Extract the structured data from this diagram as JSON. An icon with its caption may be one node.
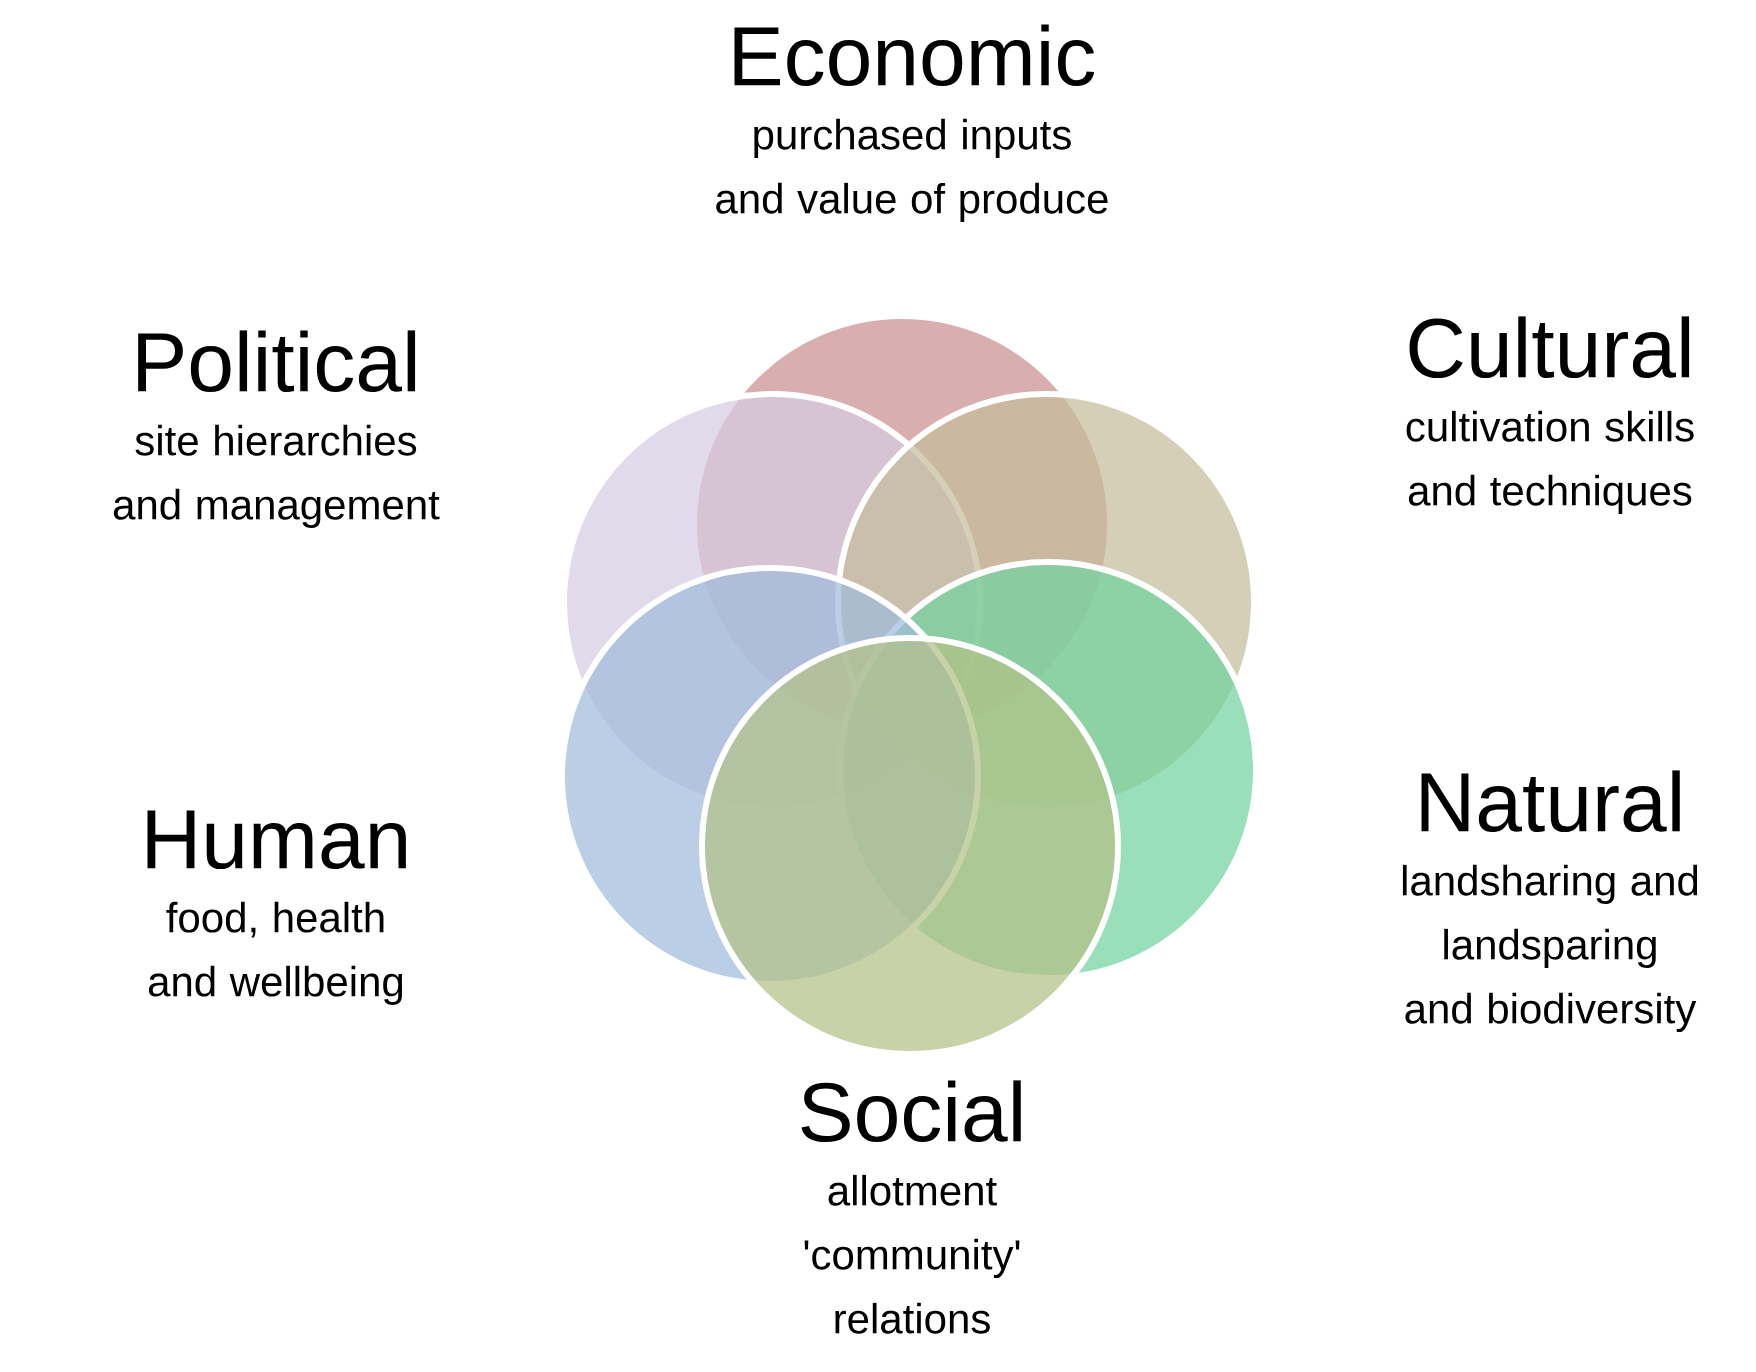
{
  "diagram": {
    "nodes": [
      {
        "text": [
          "Economic",
          "purchased inputs and value of produce"
        ]
      },
      {
        "text": [
          "Political",
          "site hierarchies and management"
        ]
      },
      {
        "text": [
          "Cultural",
          "cultivation skills and techniques"
        ]
      },
      {
        "text": [
          "Human",
          "food, health and wellbeing"
        ]
      },
      {
        "text": [
          "Natural",
          "landsharing and landsparing and biodiversity"
        ]
      },
      {
        "text": [
          "Social",
          "allotment 'community' relations"
        ]
      }
    ]
  }
}
